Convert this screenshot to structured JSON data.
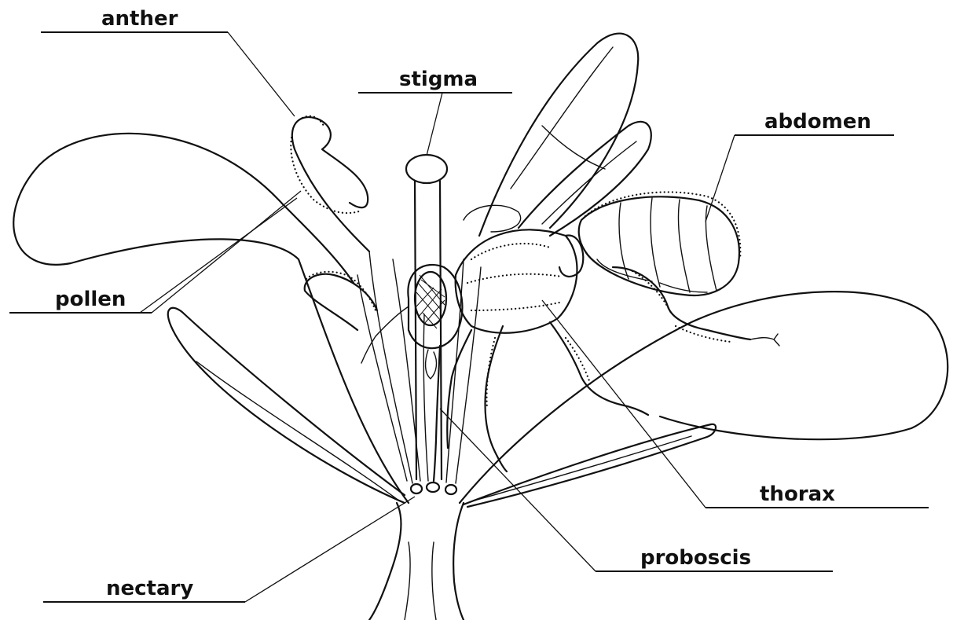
{
  "labels": {
    "anther": "anther",
    "stigma": "stigma",
    "abdomen": "abdomen",
    "pollen": "pollen",
    "thorax": "thorax",
    "proboscis": "proboscis",
    "nectary": "nectary"
  },
  "colors": {
    "ink": "#111111",
    "background": "#ffffff"
  }
}
